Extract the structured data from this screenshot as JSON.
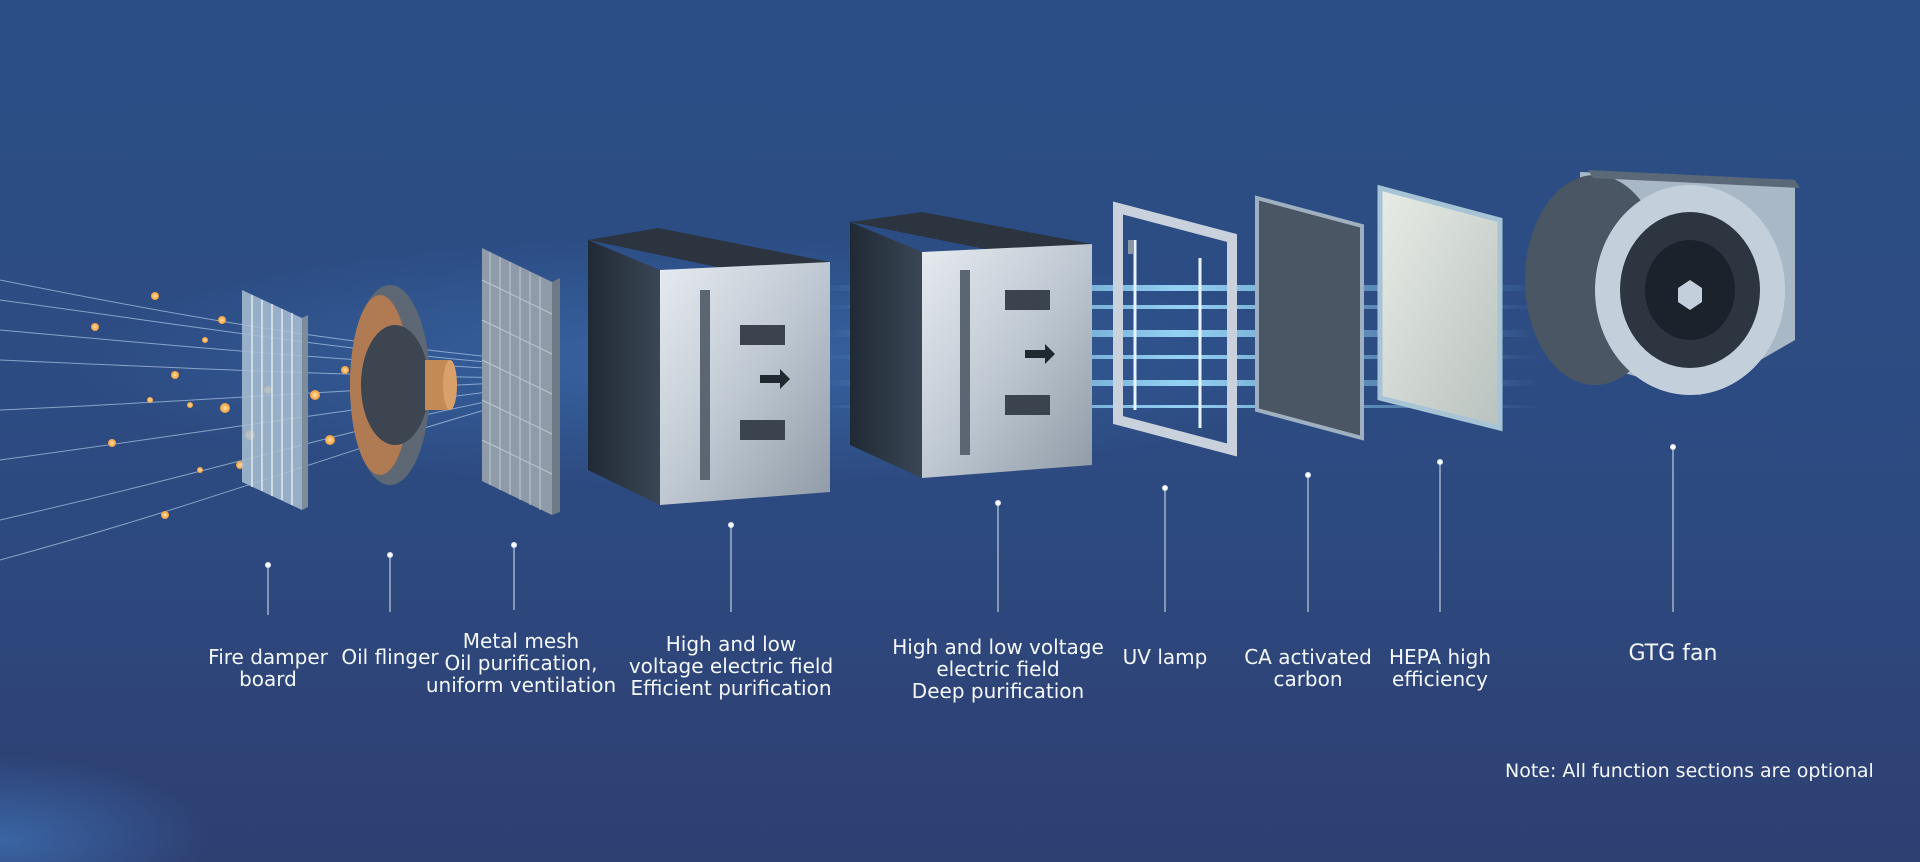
{
  "components": [
    {
      "id": "fire-damper",
      "label": "Fire damper\nboard",
      "icon": "grille-panel"
    },
    {
      "id": "oil-flinger",
      "label": "Oil flinger",
      "icon": "cone-disc"
    },
    {
      "id": "metal-mesh",
      "label": "Metal mesh\nOil purification,\nuniform ventilation",
      "icon": "mesh-panel"
    },
    {
      "id": "hv-field-1",
      "label": "High and low\nvoltage electric field\nEfficient purification",
      "icon": "electrostatic-module"
    },
    {
      "id": "hv-field-2",
      "label": "High and low voltage\nelectric field\nDeep purification",
      "icon": "electrostatic-module"
    },
    {
      "id": "uv-lamp",
      "label": "UV lamp",
      "icon": "uv-frame"
    },
    {
      "id": "ca-carbon",
      "label": "CA activated\ncarbon",
      "icon": "carbon-filter"
    },
    {
      "id": "hepa",
      "label": "HEPA high\nefficiency",
      "icon": "hepa-filter"
    },
    {
      "id": "gtg-fan",
      "label": "GTG fan",
      "icon": "centrifugal-fan"
    }
  ],
  "note": "Note: All function sections are optional",
  "colors": {
    "background": "#2c4c83",
    "particle": "#f5b55a",
    "airflow": "#6ec6ff",
    "metal": "#c9d2dc",
    "text": "#f4f7fb"
  }
}
